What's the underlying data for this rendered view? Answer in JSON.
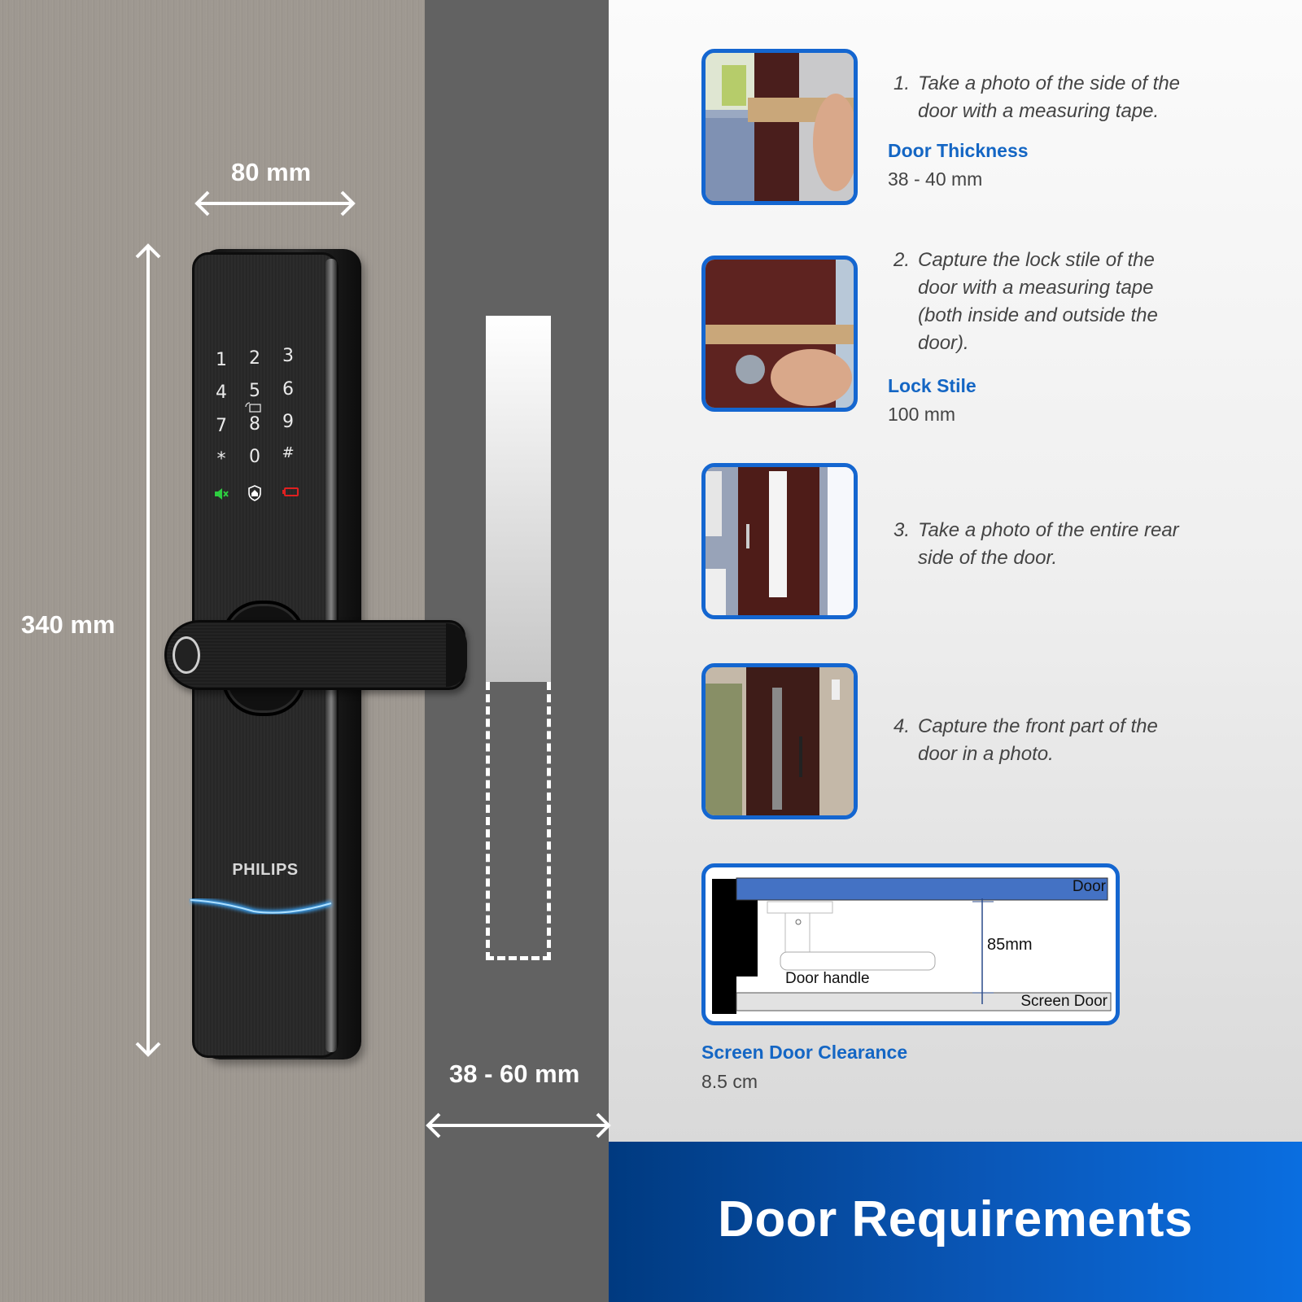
{
  "dimensions": {
    "width": "80 mm",
    "height": "340 mm",
    "door_thickness_range": "38 - 60 mm"
  },
  "lock": {
    "brand": "PHILIPS",
    "keypad": [
      "1",
      "2",
      "3",
      "4",
      "5",
      "6",
      "7",
      "8",
      "9",
      "*",
      "0",
      "#"
    ],
    "indicators": [
      {
        "name": "mute-icon",
        "color": "#2ecc40"
      },
      {
        "name": "home-shield-icon",
        "color": "#ffffff"
      },
      {
        "name": "low-battery-icon",
        "color": "#e02020"
      }
    ],
    "glow_color": "#3aa8ff"
  },
  "steps": [
    {
      "number": "1.",
      "lines": [
        "Take a photo of the side of the",
        "door with a measuring tape."
      ],
      "spec_label": "Door Thickness",
      "spec_value": "38 - 40 mm"
    },
    {
      "number": "2.",
      "lines": [
        "Capture the lock stile of the",
        "door with a measuring tape",
        "(both inside and outside the",
        "door)."
      ],
      "spec_label": "Lock Stile",
      "spec_value": "100 mm"
    },
    {
      "number": "3.",
      "lines": [
        "Take a photo of the entire rear",
        "side of the door."
      ]
    },
    {
      "number": "4.",
      "lines": [
        "Capture the front part of the",
        "door in a photo."
      ]
    }
  ],
  "clearance": {
    "diagram": {
      "door_label": "Door",
      "screen_door_label": "Screen Door",
      "handle_label": "Door handle",
      "distance_label": "85mm"
    },
    "spec_label": "Screen Door Clearance",
    "spec_value": "8.5 cm"
  },
  "banner": {
    "title": "Door Requirements"
  },
  "colors": {
    "accent": "#1466d0",
    "banner_dark": "#003a80",
    "banner_light": "#0a6ee0",
    "door_blue": "#4472c4"
  }
}
